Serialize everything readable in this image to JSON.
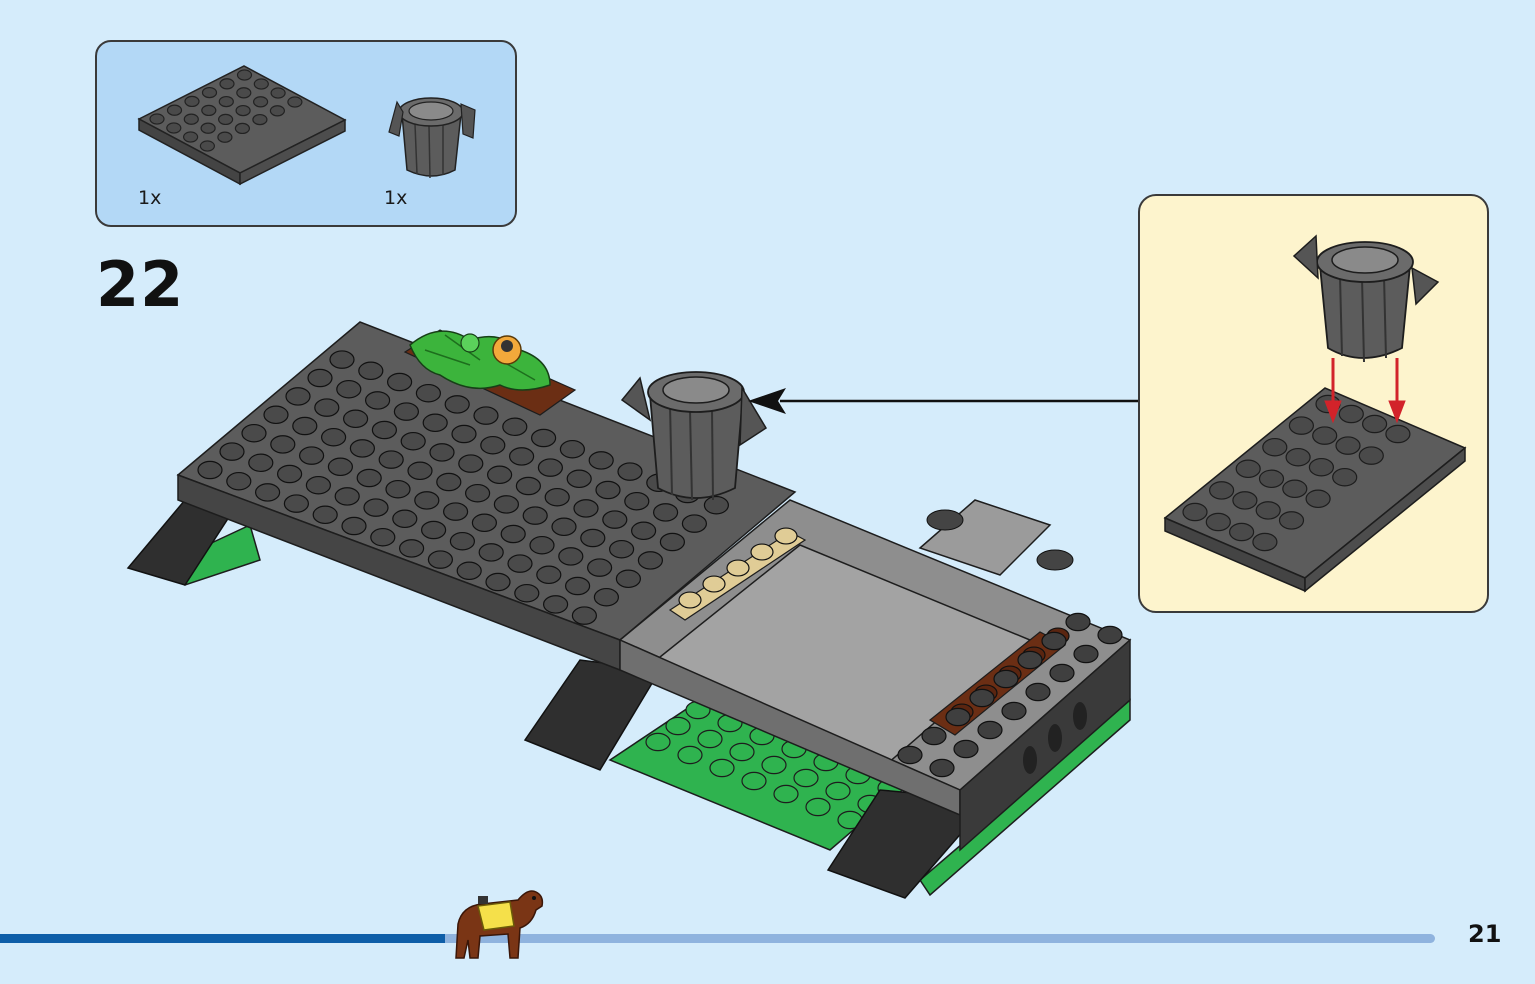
{
  "parts": [
    {
      "part": "plate-4x6",
      "color": "#5c5c5c",
      "quantity": "1x"
    },
    {
      "part": "trash-can",
      "color": "#5c5c5c",
      "quantity": "1x"
    }
  ],
  "step": {
    "number": "22"
  },
  "page": {
    "number": "21"
  },
  "progress": {
    "fraction": 0.31
  },
  "colors": {
    "background": "#d5ecfb",
    "parts_panel": "#b3d8f6",
    "callout_panel": "#fdf4cd",
    "dark_bluish_gray": "#5c5c5c",
    "light_bluish_gray": "#9b9b9b",
    "green": "#2fb34f",
    "reddish_brown": "#6b2e14",
    "tan": "#e0cc96",
    "arrow_red": "#d2232a",
    "progress_done": "#0e5ea8",
    "progress_rest": "#8fb3de"
  }
}
